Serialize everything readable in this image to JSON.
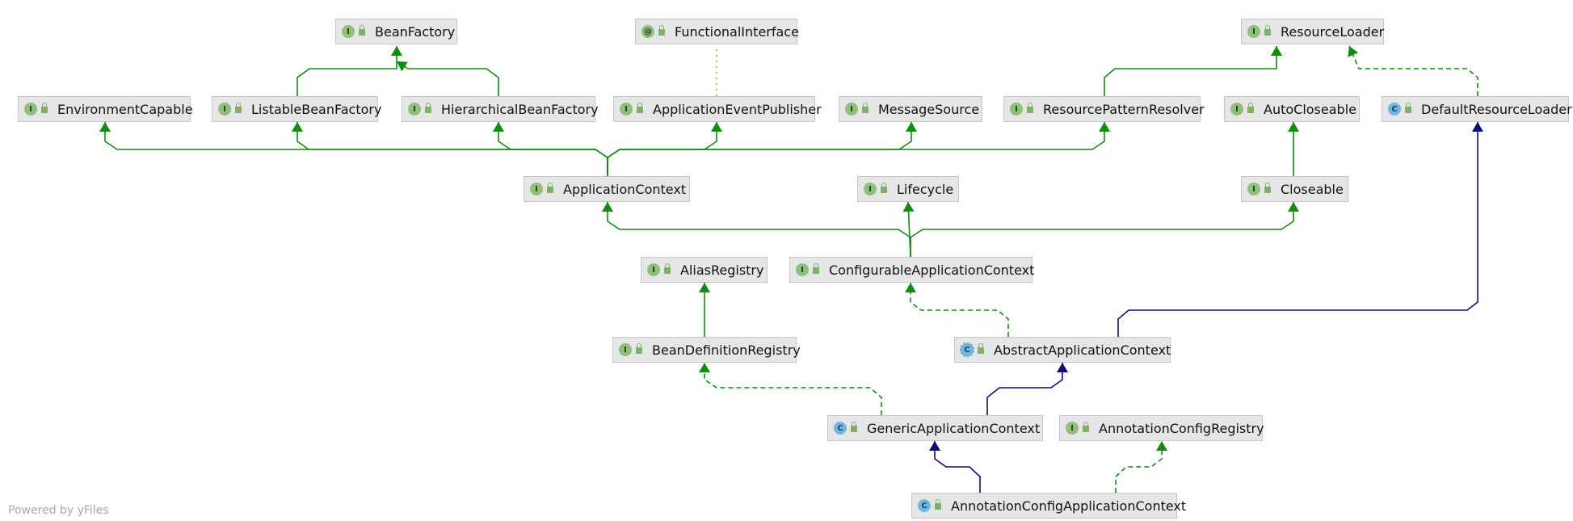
{
  "diagram": {
    "nodes": [
      {
        "id": "BeanFactory",
        "label": "BeanFactory",
        "kind": "interface",
        "badge": "I"
      },
      {
        "id": "FunctionalInterface",
        "label": "FunctionalInterface",
        "kind": "annotation",
        "badge": "@"
      },
      {
        "id": "ResourceLoader",
        "label": "ResourceLoader",
        "kind": "interface",
        "badge": "I"
      },
      {
        "id": "EnvironmentCapable",
        "label": "EnvironmentCapable",
        "kind": "interface",
        "badge": "I"
      },
      {
        "id": "ListableBeanFactory",
        "label": "ListableBeanFactory",
        "kind": "interface",
        "badge": "I"
      },
      {
        "id": "HierarchicalBeanFactory",
        "label": "HierarchicalBeanFactory",
        "kind": "interface",
        "badge": "I"
      },
      {
        "id": "ApplicationEventPublisher",
        "label": "ApplicationEventPublisher",
        "kind": "interface",
        "badge": "I"
      },
      {
        "id": "MessageSource",
        "label": "MessageSource",
        "kind": "interface",
        "badge": "I"
      },
      {
        "id": "ResourcePatternResolver",
        "label": "ResourcePatternResolver",
        "kind": "interface",
        "badge": "I"
      },
      {
        "id": "AutoCloseable",
        "label": "AutoCloseable",
        "kind": "interface",
        "badge": "I"
      },
      {
        "id": "DefaultResourceLoader",
        "label": "DefaultResourceLoader",
        "kind": "class",
        "badge": "C"
      },
      {
        "id": "ApplicationContext",
        "label": "ApplicationContext",
        "kind": "interface",
        "badge": "I"
      },
      {
        "id": "Lifecycle",
        "label": "Lifecycle",
        "kind": "interface",
        "badge": "I"
      },
      {
        "id": "Closeable",
        "label": "Closeable",
        "kind": "interface",
        "badge": "I"
      },
      {
        "id": "AliasRegistry",
        "label": "AliasRegistry",
        "kind": "interface",
        "badge": "I"
      },
      {
        "id": "ConfigurableApplicationContext",
        "label": "ConfigurableApplicationContext",
        "kind": "interface",
        "badge": "I"
      },
      {
        "id": "BeanDefinitionRegistry",
        "label": "BeanDefinitionRegistry",
        "kind": "interface",
        "badge": "I"
      },
      {
        "id": "AbstractApplicationContext",
        "label": "AbstractApplicationContext",
        "kind": "abstract",
        "badge": "C"
      },
      {
        "id": "GenericApplicationContext",
        "label": "GenericApplicationContext",
        "kind": "class",
        "badge": "C"
      },
      {
        "id": "AnnotationConfigRegistry",
        "label": "AnnotationConfigRegistry",
        "kind": "interface",
        "badge": "I"
      },
      {
        "id": "AnnotationConfigApplicationContext",
        "label": "AnnotationConfigApplicationContext",
        "kind": "class",
        "badge": "C"
      }
    ],
    "edges": [
      {
        "from": "ListableBeanFactory",
        "to": "BeanFactory",
        "type": "extends"
      },
      {
        "from": "HierarchicalBeanFactory",
        "to": "BeanFactory",
        "type": "extends"
      },
      {
        "from": "ApplicationEventPublisher",
        "to": "FunctionalInterface",
        "type": "annotated"
      },
      {
        "from": "ResourcePatternResolver",
        "to": "ResourceLoader",
        "type": "extends"
      },
      {
        "from": "DefaultResourceLoader",
        "to": "ResourceLoader",
        "type": "implements"
      },
      {
        "from": "ApplicationContext",
        "to": "EnvironmentCapable",
        "type": "extends"
      },
      {
        "from": "ApplicationContext",
        "to": "ListableBeanFactory",
        "type": "extends"
      },
      {
        "from": "ApplicationContext",
        "to": "HierarchicalBeanFactory",
        "type": "extends"
      },
      {
        "from": "ApplicationContext",
        "to": "ApplicationEventPublisher",
        "type": "extends"
      },
      {
        "from": "ApplicationContext",
        "to": "MessageSource",
        "type": "extends"
      },
      {
        "from": "ApplicationContext",
        "to": "ResourcePatternResolver",
        "type": "extends"
      },
      {
        "from": "Closeable",
        "to": "AutoCloseable",
        "type": "extends"
      },
      {
        "from": "ConfigurableApplicationContext",
        "to": "ApplicationContext",
        "type": "extends"
      },
      {
        "from": "ConfigurableApplicationContext",
        "to": "Lifecycle",
        "type": "extends"
      },
      {
        "from": "ConfigurableApplicationContext",
        "to": "Closeable",
        "type": "extends"
      },
      {
        "from": "BeanDefinitionRegistry",
        "to": "AliasRegistry",
        "type": "extends"
      },
      {
        "from": "AbstractApplicationContext",
        "to": "ConfigurableApplicationContext",
        "type": "implements"
      },
      {
        "from": "AbstractApplicationContext",
        "to": "DefaultResourceLoader",
        "type": "class-extends"
      },
      {
        "from": "GenericApplicationContext",
        "to": "AbstractApplicationContext",
        "type": "class-extends"
      },
      {
        "from": "GenericApplicationContext",
        "to": "BeanDefinitionRegistry",
        "type": "implements"
      },
      {
        "from": "AnnotationConfigApplicationContext",
        "to": "GenericApplicationContext",
        "type": "class-extends"
      },
      {
        "from": "AnnotationConfigApplicationContext",
        "to": "AnnotationConfigRegistry",
        "type": "implements"
      }
    ],
    "colors": {
      "extends": "#118c11",
      "implements": "#118c11",
      "class-extends": "#0b0b80",
      "annotated": "#c9a227"
    }
  },
  "footer": {
    "text": "Powered by yFiles"
  }
}
